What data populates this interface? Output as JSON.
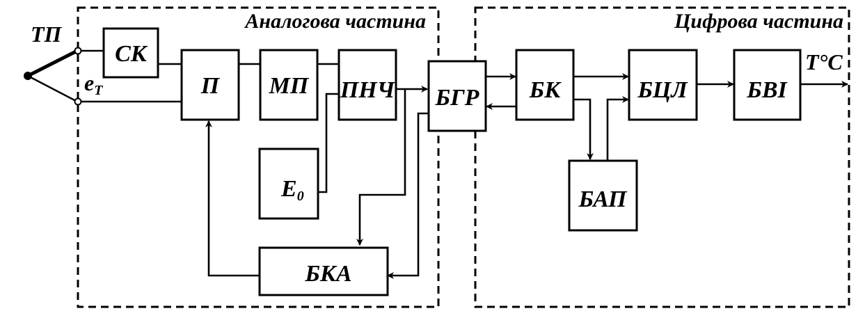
{
  "diagram": {
    "areas": {
      "analog": "Аналогова частина",
      "digital": "Цифрова частина"
    },
    "signals": {
      "thermocouple": "ТП",
      "emf": "e",
      "emf_sub": "T",
      "output": "T°C"
    },
    "blocks": {
      "sk": "СК",
      "p": "П",
      "mp": "МП",
      "pnch": "ПНЧ",
      "e0": "E",
      "e0_sub": "0",
      "bka": "БКА",
      "bgr": "БГР",
      "bk": "БК",
      "bap": "БАП",
      "bcl": "БЦЛ",
      "bvi": "БВІ"
    },
    "colors": {
      "line": "#000000",
      "background": "#ffffff"
    }
  }
}
